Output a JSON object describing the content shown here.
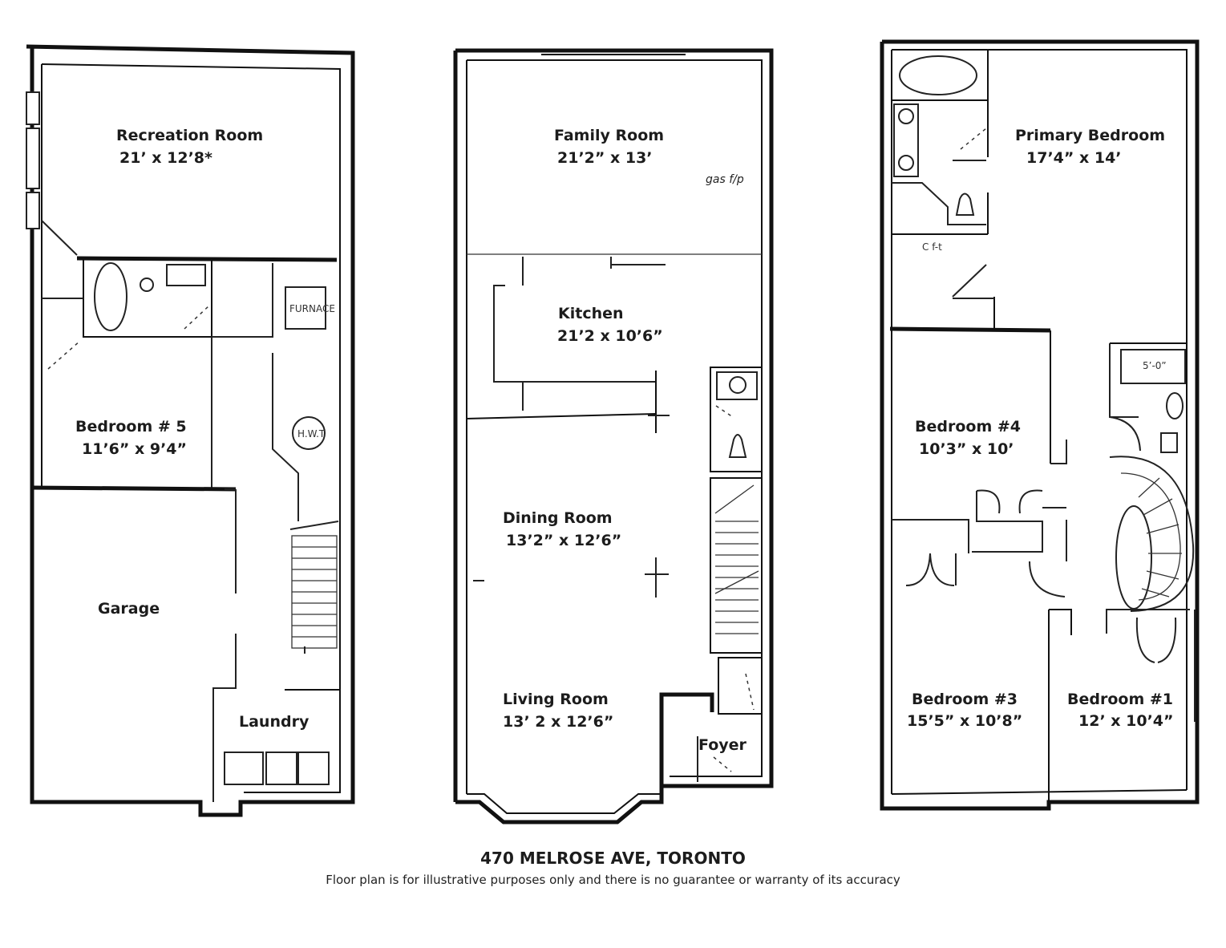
{
  "floors": [
    {
      "rooms": [
        {
          "name": "Recreation Room",
          "size": "21’ x 12’8*"
        },
        {
          "name": "Bedroom # 5",
          "size": "11’6” x 9’4”"
        },
        {
          "name": "Garage",
          "size": ""
        },
        {
          "name": "Laundry",
          "size": ""
        }
      ],
      "fixture_labels": [
        "FURNACE",
        "H.W.T"
      ]
    },
    {
      "rooms": [
        {
          "name": "Family  Room",
          "size": "21’2” x 13’"
        },
        {
          "name": "Kitchen",
          "size": "21’2 x 10’6”"
        },
        {
          "name": "Dining Room",
          "size": "13’2” x 12’6”"
        },
        {
          "name": "Living Room",
          "size": "13’ 2 x 12’6”"
        },
        {
          "name": "Foyer",
          "size": ""
        }
      ],
      "notes": [
        "gas f/p"
      ]
    },
    {
      "rooms": [
        {
          "name": "Primary Bedroom",
          "size": "17’4” x 14’"
        },
        {
          "name": "Bedroom #4",
          "size": "10’3” x 10’"
        },
        {
          "name": "Bedroom #3",
          "size": "15’5” x 10’8”"
        },
        {
          "name": "Bedroom #1",
          "size": "12’ x 10’4”"
        }
      ],
      "closet_label": "C f-t",
      "fixture_labels": [
        "5’-0”"
      ]
    }
  ],
  "footer": {
    "title": "470 MELROSE AVE, TORONTO",
    "disclaimer": "Floor plan is for illustrative purposes only and there is no guarantee or warranty of its accuracy"
  },
  "colors": {
    "ink": "#111111",
    "paper": "#ffffff"
  }
}
